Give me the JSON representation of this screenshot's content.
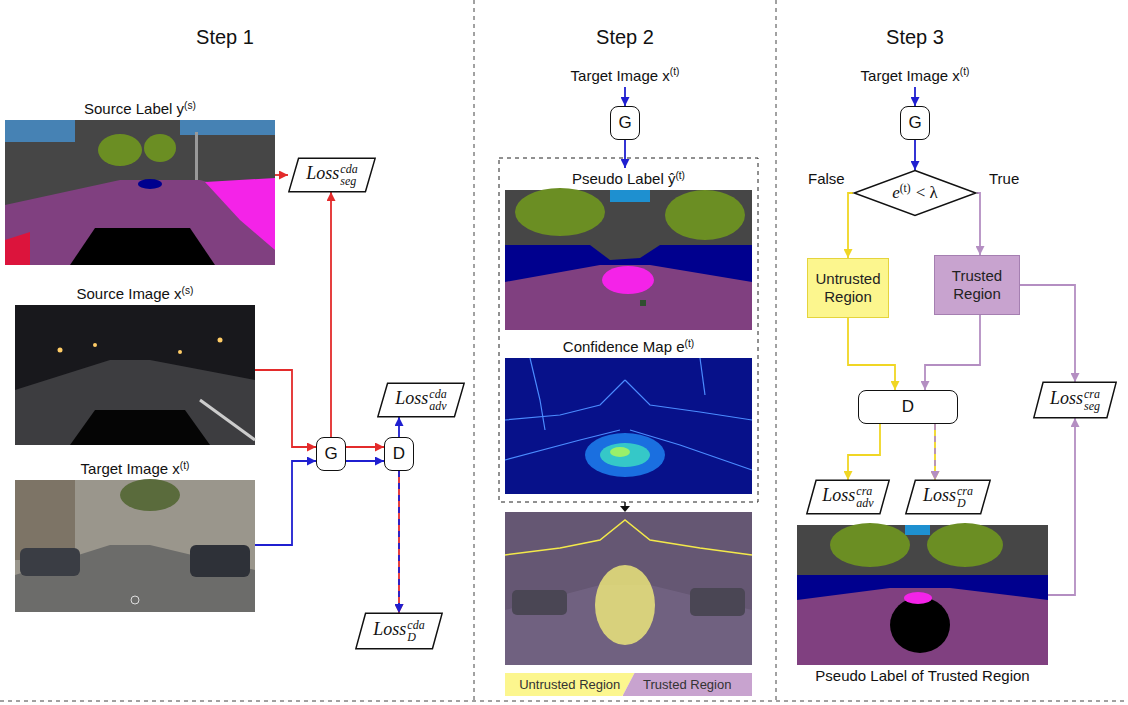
{
  "diagram": {
    "nodes": [
      {
        "text": [
          "Source Label y",
          "(s)"
        ]
      },
      {
        "text": [
          "Loss",
          "seg",
          "cda"
        ]
      },
      {
        "text": [
          "Source Image x",
          "(s)"
        ]
      },
      {
        "text": [
          "Loss",
          "adv",
          "cda"
        ]
      },
      {
        "text": [
          "Target Image x",
          "(t)"
        ]
      },
      {
        "text": [
          "G"
        ]
      },
      {
        "text": [
          "D"
        ]
      },
      {
        "text": [
          "Loss",
          "D",
          "cda"
        ]
      },
      {
        "text": [
          "Target Image x",
          "(t)"
        ]
      },
      {
        "text": [
          "G"
        ]
      },
      {
        "text": [
          "Pseudo Label ŷ",
          "(t)"
        ]
      },
      {
        "text": [
          "Confidence Map e",
          "(t)"
        ]
      },
      {
        "text": [
          "Target Image x",
          "(t)"
        ]
      },
      {
        "text": [
          "G"
        ]
      },
      {
        "text": [
          "e",
          "(t)",
          "< λ"
        ]
      },
      {
        "text": [
          "Untrusted Region"
        ]
      },
      {
        "text": [
          "Trusted Region"
        ]
      },
      {
        "text": [
          "D"
        ]
      },
      {
        "text": [
          "Loss",
          "adv",
          "cra"
        ]
      },
      {
        "text": [
          "Loss",
          "D",
          "cra"
        ]
      },
      {
        "text": [
          "Loss",
          "seg",
          "cra"
        ]
      },
      {
        "text": [
          "Pseudo Label of Trusted Region"
        ]
      }
    ],
    "edges": [
      {
        "from": 0,
        "to": 1,
        "arrow": "to"
      },
      {
        "from": 2,
        "to": 5,
        "arrow": "to"
      },
      {
        "from": 4,
        "to": 5,
        "arrow": "to"
      },
      {
        "from": 5,
        "to": 6,
        "arrow": "to"
      },
      {
        "from": 5,
        "to": 6,
        "arrow": "to"
      },
      {
        "from": 5,
        "to": 1,
        "arrow": "to"
      },
      {
        "from": 6,
        "to": 3,
        "arrow": "to"
      },
      {
        "from": 6,
        "to": 7,
        "arrow": "to"
      },
      {
        "from": 8,
        "to": 9,
        "arrow": "to"
      },
      {
        "from": 9,
        "to": 10,
        "arrow": "to"
      },
      {
        "from": 12,
        "to": 13,
        "arrow": "to"
      },
      {
        "from": 13,
        "to": 14,
        "arrow": "to"
      },
      {
        "from": 14,
        "to": 15,
        "arrow": "to",
        "label": "False"
      },
      {
        "from": 14,
        "to": 16,
        "arrow": "to",
        "label": "True"
      },
      {
        "from": 15,
        "to": 17,
        "arrow": "to"
      },
      {
        "from": 16,
        "to": 17,
        "arrow": "to"
      },
      {
        "from": 16,
        "to": 20,
        "arrow": "to"
      },
      {
        "from": 17,
        "to": 18,
        "arrow": "to"
      },
      {
        "from": 17,
        "to": 19,
        "arrow": "to"
      },
      {
        "from": 21,
        "to": 20,
        "arrow": "to"
      }
    ],
    "labels": [
      "Step 1",
      "Step 2",
      "Step 3"
    ],
    "legend": [
      {
        "text": "Untrusted Region",
        "color": "#fcf68e"
      },
      {
        "text": "Trusted Region",
        "color": "#c8a3cf"
      }
    ]
  }
}
